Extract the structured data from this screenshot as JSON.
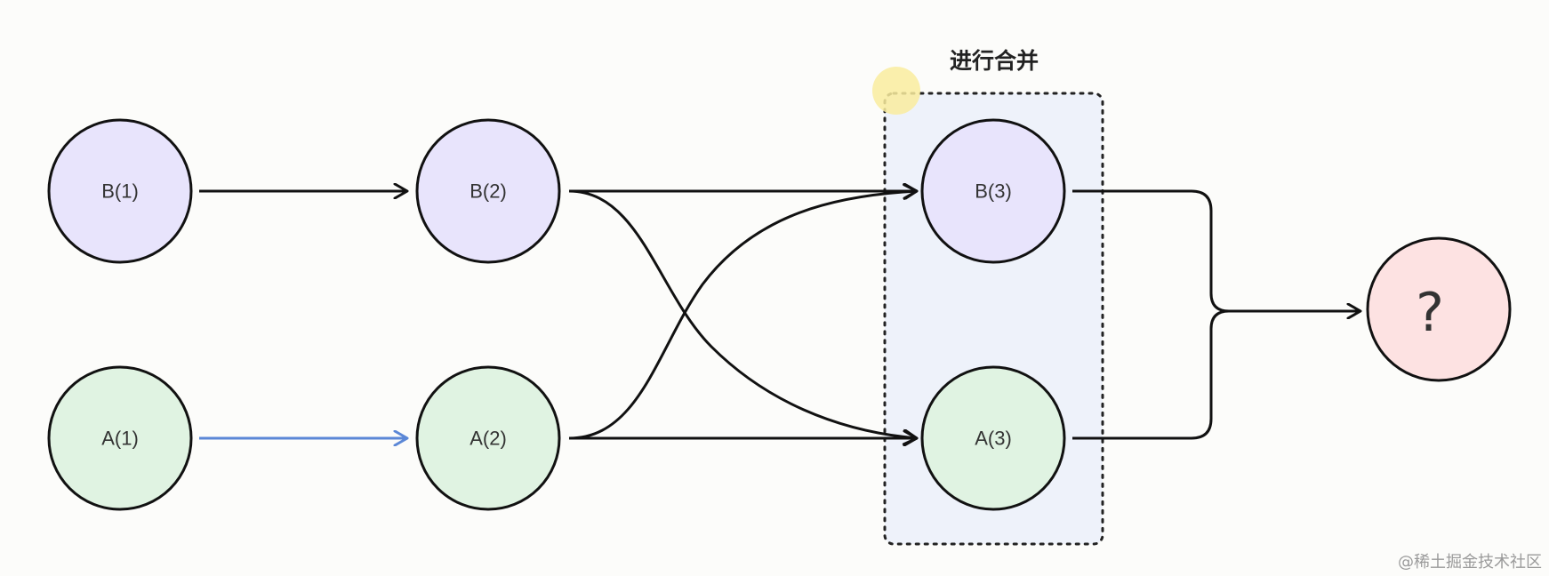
{
  "group": {
    "title": "进行合并"
  },
  "nodes": {
    "b1": {
      "label": "B(1)"
    },
    "b2": {
      "label": "B(2)"
    },
    "b3": {
      "label": "B(3)"
    },
    "a1": {
      "label": "A(1)"
    },
    "a2": {
      "label": "A(2)"
    },
    "a3": {
      "label": "A(3)"
    },
    "result": {
      "label": "?"
    }
  },
  "watermark": "@稀土掘金技术社区",
  "colors": {
    "b_fill": "#e8e4fc",
    "a_fill": "#e0f3e2",
    "result_fill": "#fde2e2",
    "group_fill": "#eef2fa",
    "highlight_arrow": "#5b87d6",
    "stroke": "#111111",
    "cursor_dot": "#f9ec9e"
  }
}
